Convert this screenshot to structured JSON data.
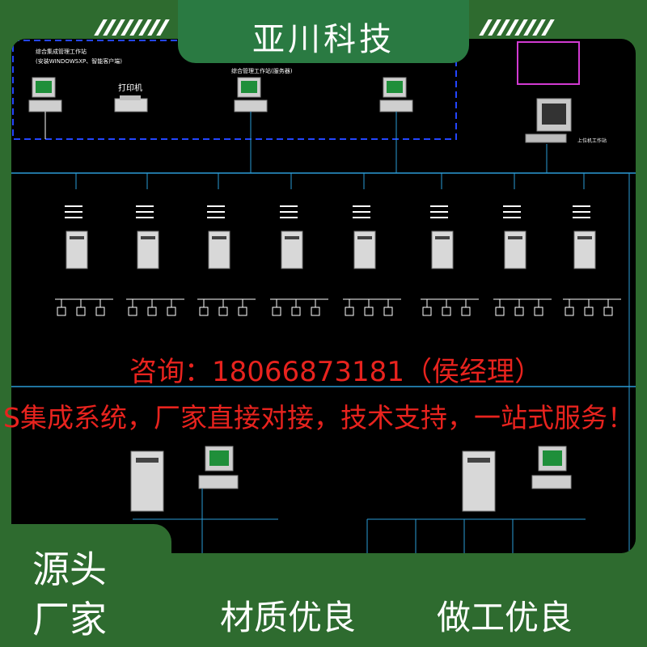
{
  "brand": {
    "title": "亚川科技"
  },
  "contact_line": "咨询：18066873181（侯经理）",
  "slogan": "S集成系统，厂家直接对接，技术支持，一站式服务！",
  "corner_badge": {
    "line1": "源头",
    "line2": "厂家"
  },
  "bottom_tags": [
    "材质优良",
    "做工优良"
  ],
  "diagram_labels": {
    "printer": "打印机",
    "top_left_note_1": "综合集成管理工作站",
    "top_left_note_2": "(安装WINDOWSXP、智能客户端)",
    "center_station_note": "综合管理工作站(服务器)",
    "right_station_note": "上位机工作站"
  },
  "colors": {
    "accent_green": "#2e6b2f",
    "header_green": "#2a7a42",
    "red_text": "#e8231e",
    "cad_bg": "#000000",
    "cad_line": "#2a9bd6"
  }
}
